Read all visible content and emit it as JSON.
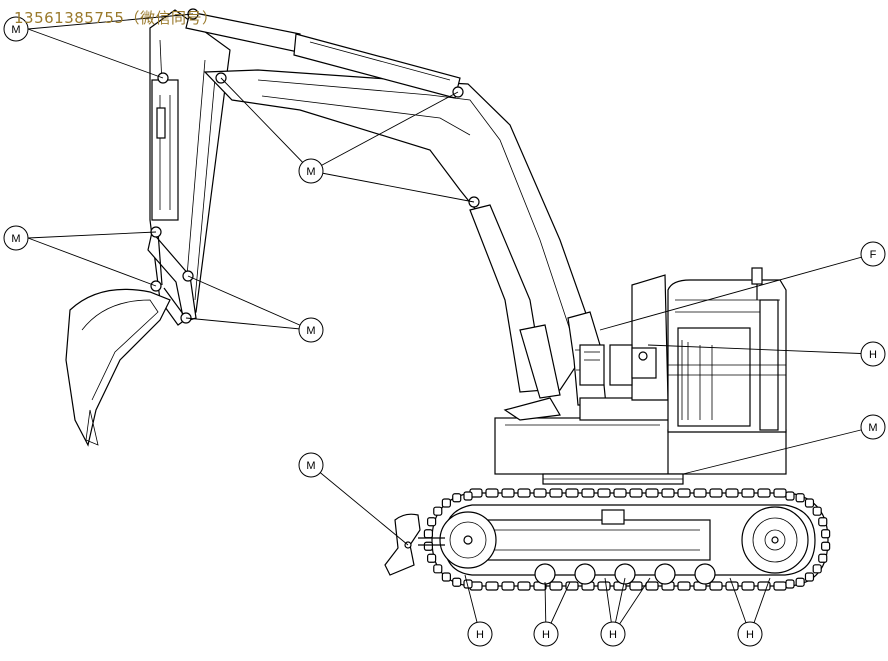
{
  "watermark": "13561385755（微信同号）",
  "callouts": {
    "m_top": "M",
    "m_boom": "M",
    "m_arm": "M",
    "m_bucket": "M",
    "m_blade": "M",
    "m_swing": "M",
    "f_fuel": "F",
    "h_cab": "H",
    "h_1": "H",
    "h_2": "H",
    "h_3": "H",
    "h_4": "H"
  }
}
